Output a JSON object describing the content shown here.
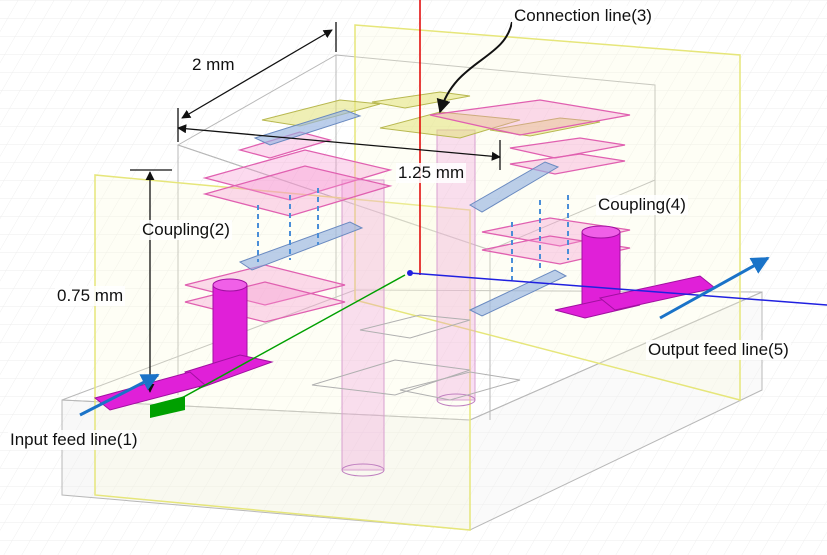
{
  "labels": {
    "connection_line": "Connection line(3)",
    "dim_2mm": "2 mm",
    "dim_125mm": "1.25 mm",
    "coupling_left": "Coupling(2)",
    "coupling_right": "Coupling(4)",
    "dim_075mm": "0.75 mm",
    "output_feed": "Output feed line(5)",
    "input_feed": "Input feed line(1)"
  },
  "colors": {
    "magenta_port": "#e020d8",
    "pink_resonator": "#f080c8",
    "blue_line": "#9fb8e0",
    "yellow_plane": "#e6e67a",
    "box_edge": "#b8b8b8",
    "axis_red": "#e00000",
    "axis_blue": "#2020e0",
    "axis_green": "#00a000",
    "arrow_blue": "#1a73c8"
  }
}
